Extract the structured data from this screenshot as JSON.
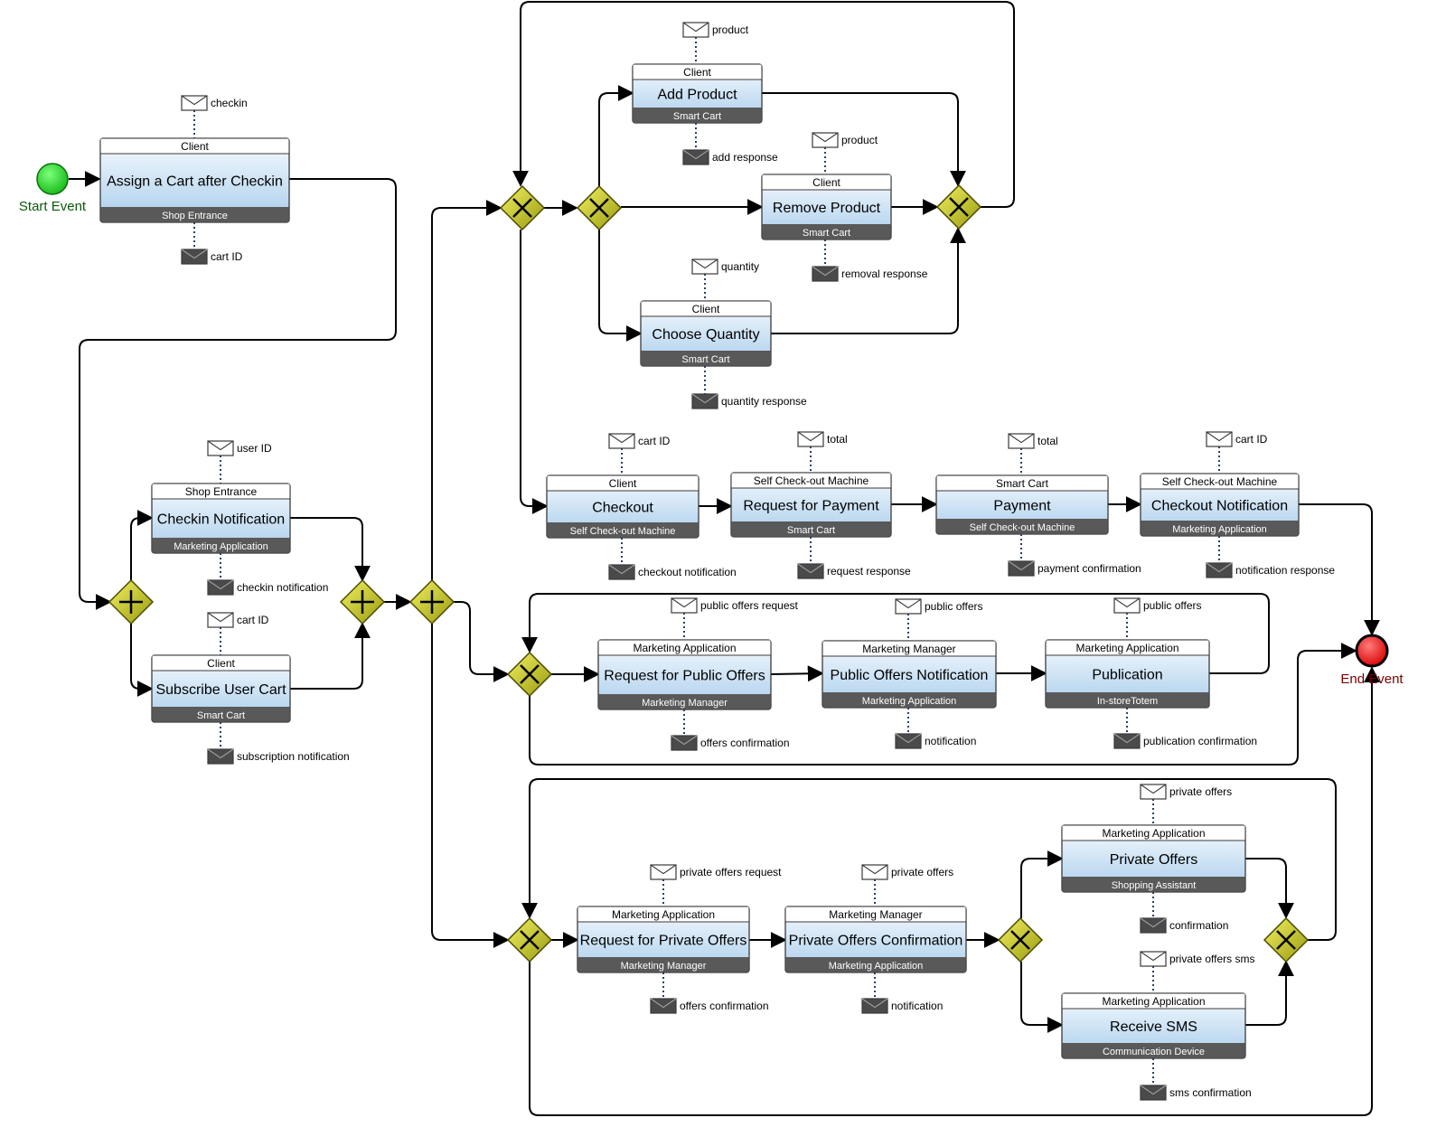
{
  "events": {
    "start": "Start Event",
    "end": "End Event"
  },
  "tasks": [
    {
      "id": "assign",
      "top": "Client",
      "name": "Assign a Cart after Checkin",
      "bottom": "Shop Entrance",
      "msg_in": "checkin",
      "msg_out": "cart ID"
    },
    {
      "id": "checkin_notif",
      "top": "Shop Entrance",
      "name": "Checkin Notification",
      "bottom": "Marketing Application",
      "msg_in": "user ID",
      "msg_out": "checkin notification"
    },
    {
      "id": "subscribe",
      "top": "Client",
      "name": "Subscribe User Cart",
      "bottom": "Smart Cart",
      "msg_in": "cart ID",
      "msg_out": "subscription notification"
    },
    {
      "id": "add_product",
      "top": "Client",
      "name": "Add Product",
      "bottom": "Smart Cart",
      "msg_in": "product",
      "msg_out": "add response"
    },
    {
      "id": "remove_product",
      "top": "Client",
      "name": "Remove Product",
      "bottom": "Smart Cart",
      "msg_in": "product",
      "msg_out": "removal response"
    },
    {
      "id": "choose_qty",
      "top": "Client",
      "name": "Choose Quantity",
      "bottom": "Smart Cart",
      "msg_in": "quantity",
      "msg_out": "quantity response"
    },
    {
      "id": "checkout",
      "top": "Client",
      "name": "Checkout",
      "bottom": "Self Check-out Machine",
      "msg_in": "cart ID",
      "msg_out": "checkout notification"
    },
    {
      "id": "req_payment",
      "top": "Self Check-out Machine",
      "name": "Request for Payment",
      "bottom": "Smart Cart",
      "msg_in": "total",
      "msg_out": "request response"
    },
    {
      "id": "payment",
      "top": "Smart Cart",
      "name": "Payment",
      "bottom": "Self Check-out Machine",
      "msg_in": "total",
      "msg_out": "payment confirmation"
    },
    {
      "id": "checkout_notif",
      "top": "Self Check-out Machine",
      "name": "Checkout Notification",
      "bottom": "Marketing Application",
      "msg_in": "cart ID",
      "msg_out": "notification response"
    },
    {
      "id": "req_public",
      "top": "Marketing Application",
      "name": "Request for Public Offers",
      "bottom": "Marketing Manager",
      "msg_in": "public offers request",
      "msg_out": "offers confirmation"
    },
    {
      "id": "public_notif",
      "top": "Marketing Manager",
      "name": "Public Offers Notification",
      "bottom": "Marketing Application",
      "msg_in": "public offers",
      "msg_out": "notification"
    },
    {
      "id": "publication",
      "top": "Marketing Application",
      "name": "Publication",
      "bottom": "In-storeTotem",
      "msg_in": "public offers",
      "msg_out": "publication confirmation"
    },
    {
      "id": "req_private",
      "top": "Marketing Application",
      "name": "Request for Private Offers",
      "bottom": "Marketing Manager",
      "msg_in": "private offers request",
      "msg_out": "offers confirmation"
    },
    {
      "id": "private_confirm",
      "top": "Marketing Manager",
      "name": "Private Offers Confirmation",
      "bottom": "Marketing Application",
      "msg_in": "private offers",
      "msg_out": "notification"
    },
    {
      "id": "private_offers",
      "top": "Marketing Application",
      "name": "Private Offers",
      "bottom": "Shopping Assistant",
      "msg_in": "private offers",
      "msg_out": "confirmation"
    },
    {
      "id": "receive_sms",
      "top": "Marketing Application",
      "name": "Receive SMS",
      "bottom": "Communication Device",
      "msg_in": "private offers sms",
      "msg_out": "sms confirmation"
    }
  ],
  "gateways": [
    {
      "id": "par_split_1",
      "kind": "parallel"
    },
    {
      "id": "par_join_1",
      "kind": "parallel"
    },
    {
      "id": "par_split_2",
      "kind": "parallel"
    },
    {
      "id": "xor_loop_cart",
      "kind": "exclusive"
    },
    {
      "id": "xor_choice_cart",
      "kind": "exclusive"
    },
    {
      "id": "xor_merge_cart",
      "kind": "exclusive"
    },
    {
      "id": "xor_public",
      "kind": "exclusive"
    },
    {
      "id": "xor_private_loop",
      "kind": "exclusive"
    },
    {
      "id": "xor_private_split",
      "kind": "exclusive"
    },
    {
      "id": "xor_private_merge",
      "kind": "exclusive"
    }
  ],
  "colors": {
    "start_event": "#22cc22",
    "end_event": "#ee1111",
    "gateway": "#c8c820",
    "task_gradient_top": "#ffffff",
    "task_gradient_bottom": "#a9cdeb",
    "task_band": "#595959",
    "flow": "#000000"
  }
}
